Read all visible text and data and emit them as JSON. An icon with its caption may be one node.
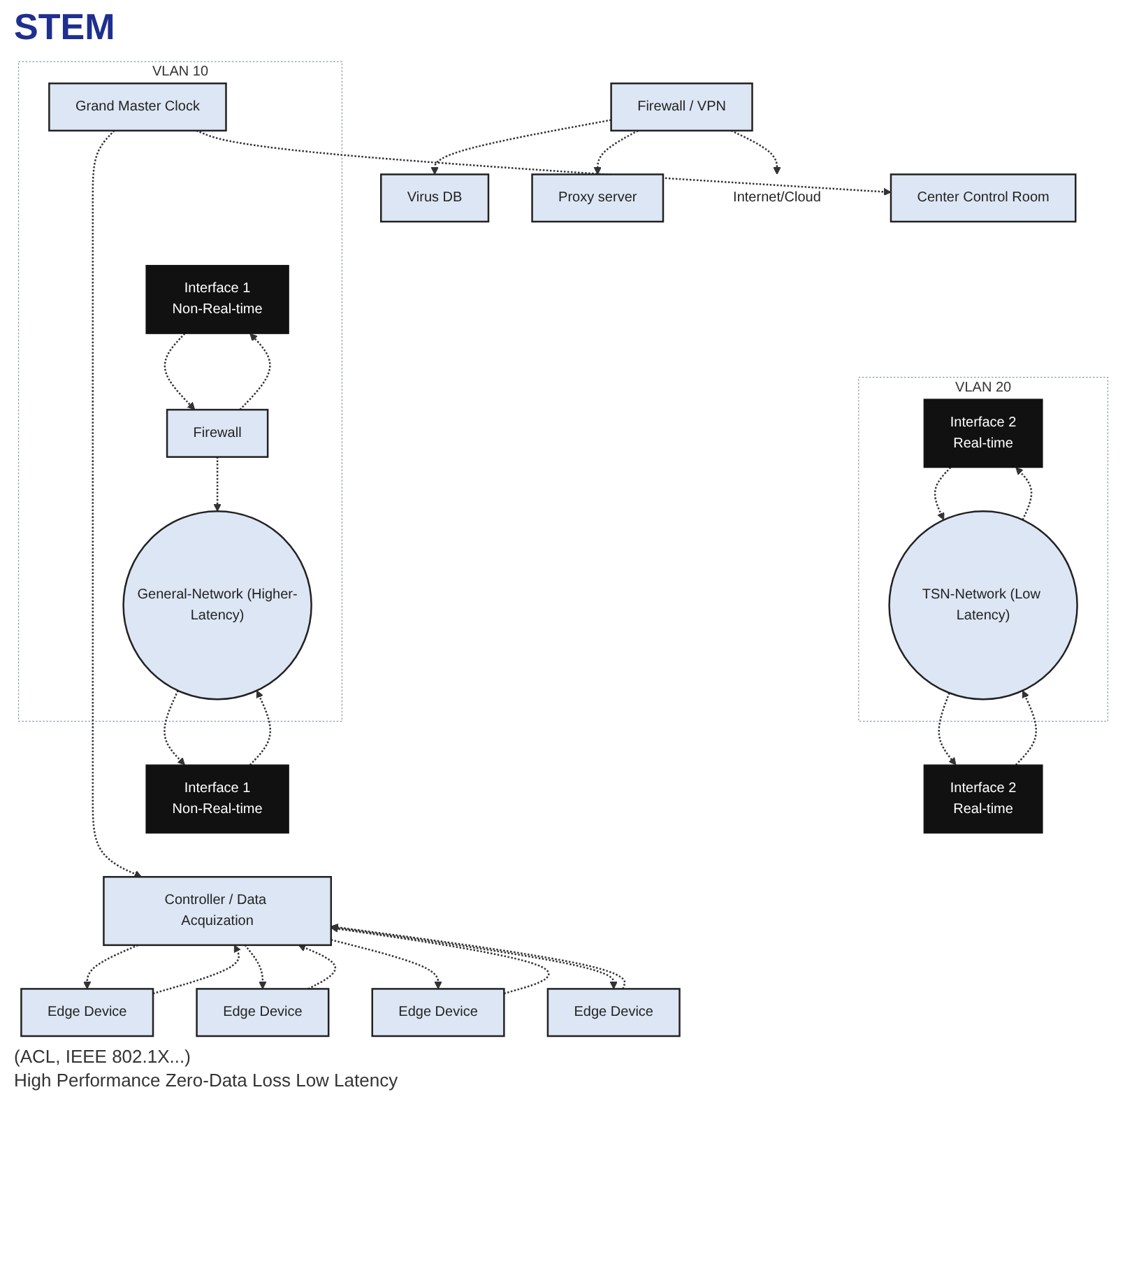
{
  "diagram": {
    "title": "STEM",
    "nodes": [
      {
        "text": [
          "Virus DB"
        ]
      },
      {
        "text": [
          "Firewall / VPN"
        ]
      },
      {
        "text": [
          "Proxy server"
        ]
      },
      {
        "text": [
          "Internet/Cloud"
        ]
      },
      {
        "text": [
          "VLAN 10"
        ]
      },
      {
        "text": [
          "VLAN 20"
        ]
      },
      {
        "text": [
          "Center Control Room"
        ]
      },
      {
        "text": [
          "Grand Master Clock"
        ],
        "in": 4
      },
      {
        "text": [
          "Interface 1",
          "Non-Real-time"
        ],
        "in": 4
      },
      {
        "text": [
          "Interface 2",
          "Real-time"
        ],
        "in": 5
      },
      {
        "text": [
          "Firewall"
        ],
        "in": 4
      },
      {
        "text": [
          "General-Network (Higher-Latency)"
        ],
        "in": 4
      },
      {
        "text": [
          "TSN-Network (Low Latency)"
        ],
        "in": 5
      },
      {
        "text": [
          "Interface 1",
          "Non-Real-time"
        ]
      },
      {
        "text": [
          "Interface 2",
          "Real-time"
        ]
      },
      {
        "text": [
          "Controller / Data Acquization"
        ]
      },
      {
        "text": [
          "Edge Device"
        ]
      },
      {
        "text": [
          "Edge Device"
        ]
      },
      {
        "text": [
          "Edge Device"
        ]
      },
      {
        "text": [
          "Edge Device"
        ]
      }
    ],
    "edges": [
      {
        "from": 1,
        "to": 0,
        "arrow": "to"
      },
      {
        "from": 1,
        "to": 2,
        "arrow": "to"
      },
      {
        "from": 1,
        "to": 3,
        "arrow": "to"
      },
      {
        "from": 7,
        "to": 6,
        "arrow": "to"
      },
      {
        "from": 10,
        "to": 8,
        "arrow": "to"
      },
      {
        "from": 8,
        "to": 10,
        "arrow": "to"
      },
      {
        "from": 9,
        "to": 12,
        "arrow": "to"
      },
      {
        "from": 12,
        "to": 9,
        "arrow": "to"
      },
      {
        "from": 10,
        "to": 11,
        "arrow": "to"
      },
      {
        "from": 11,
        "to": 13,
        "arrow": "to"
      },
      {
        "from": 13,
        "to": 11,
        "arrow": "to"
      },
      {
        "from": 14,
        "to": 12,
        "arrow": "to"
      },
      {
        "from": 12,
        "to": 14,
        "arrow": "to"
      },
      {
        "from": 7,
        "to": 15,
        "arrow": "to"
      },
      {
        "from": 15,
        "to": 16,
        "arrow": "to"
      },
      {
        "from": 16,
        "to": 15,
        "arrow": "to"
      },
      {
        "from": 15,
        "to": 17,
        "arrow": "to"
      },
      {
        "from": 17,
        "to": 15,
        "arrow": "to"
      },
      {
        "from": 15,
        "to": 18,
        "arrow": "to"
      },
      {
        "from": 18,
        "to": 15,
        "arrow": "to"
      },
      {
        "from": 15,
        "to": 19,
        "arrow": "to"
      },
      {
        "from": 19,
        "to": 15,
        "arrow": "to"
      }
    ],
    "labels": [
      "(ACL, IEEE 802.1X...)",
      "High Performance Zero-Data Loss Low Latency"
    ]
  }
}
